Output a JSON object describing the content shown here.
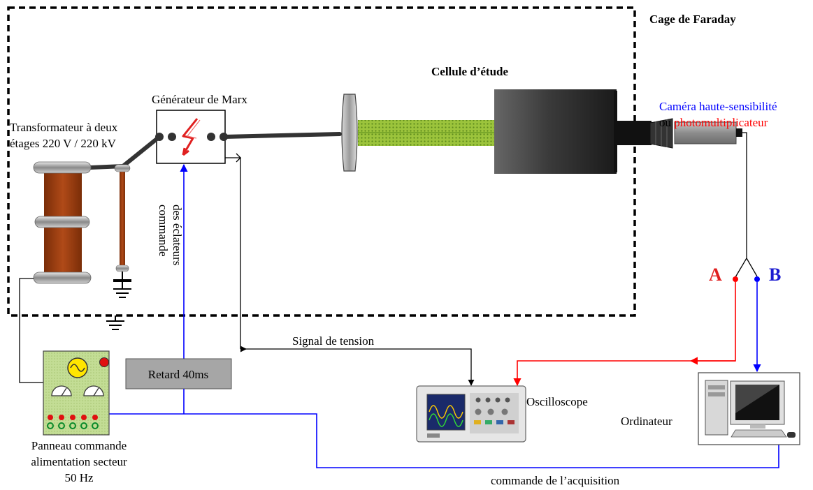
{
  "cage": {
    "label": "Cage de Faraday"
  },
  "cell": {
    "label": "Cellule d’étude"
  },
  "marx": {
    "label": "Générateur de Marx"
  },
  "transformer": {
    "line1": "Transformateur à deux",
    "line2": "étages 220 V / 220 kV"
  },
  "spark_command": {
    "line1": "commande",
    "line2": "des éclateurs"
  },
  "camera": {
    "line1": "Caméra haute-sensibilité",
    "line2_prefix": "ou ",
    "line2_accent": "photomultiplicateur"
  },
  "switch": {
    "a": "A",
    "b": "B"
  },
  "voltage_signal": {
    "label": "Signal de tension"
  },
  "delay": {
    "label": "Retard 40ms"
  },
  "oscilloscope": {
    "label": "Oscilloscope"
  },
  "computer": {
    "label": "Ordinateur"
  },
  "panel": {
    "line1": "Panneau commande",
    "line2": "alimentation secteur",
    "line3": "50 Hz"
  },
  "acquisition": {
    "label": "commande de l’acquisition"
  },
  "colors": {
    "blue": "#0000ff",
    "red": "#ff0000",
    "cable": "#333333",
    "copper": "#9b3d10",
    "green_panel": "#c6e0a0"
  }
}
